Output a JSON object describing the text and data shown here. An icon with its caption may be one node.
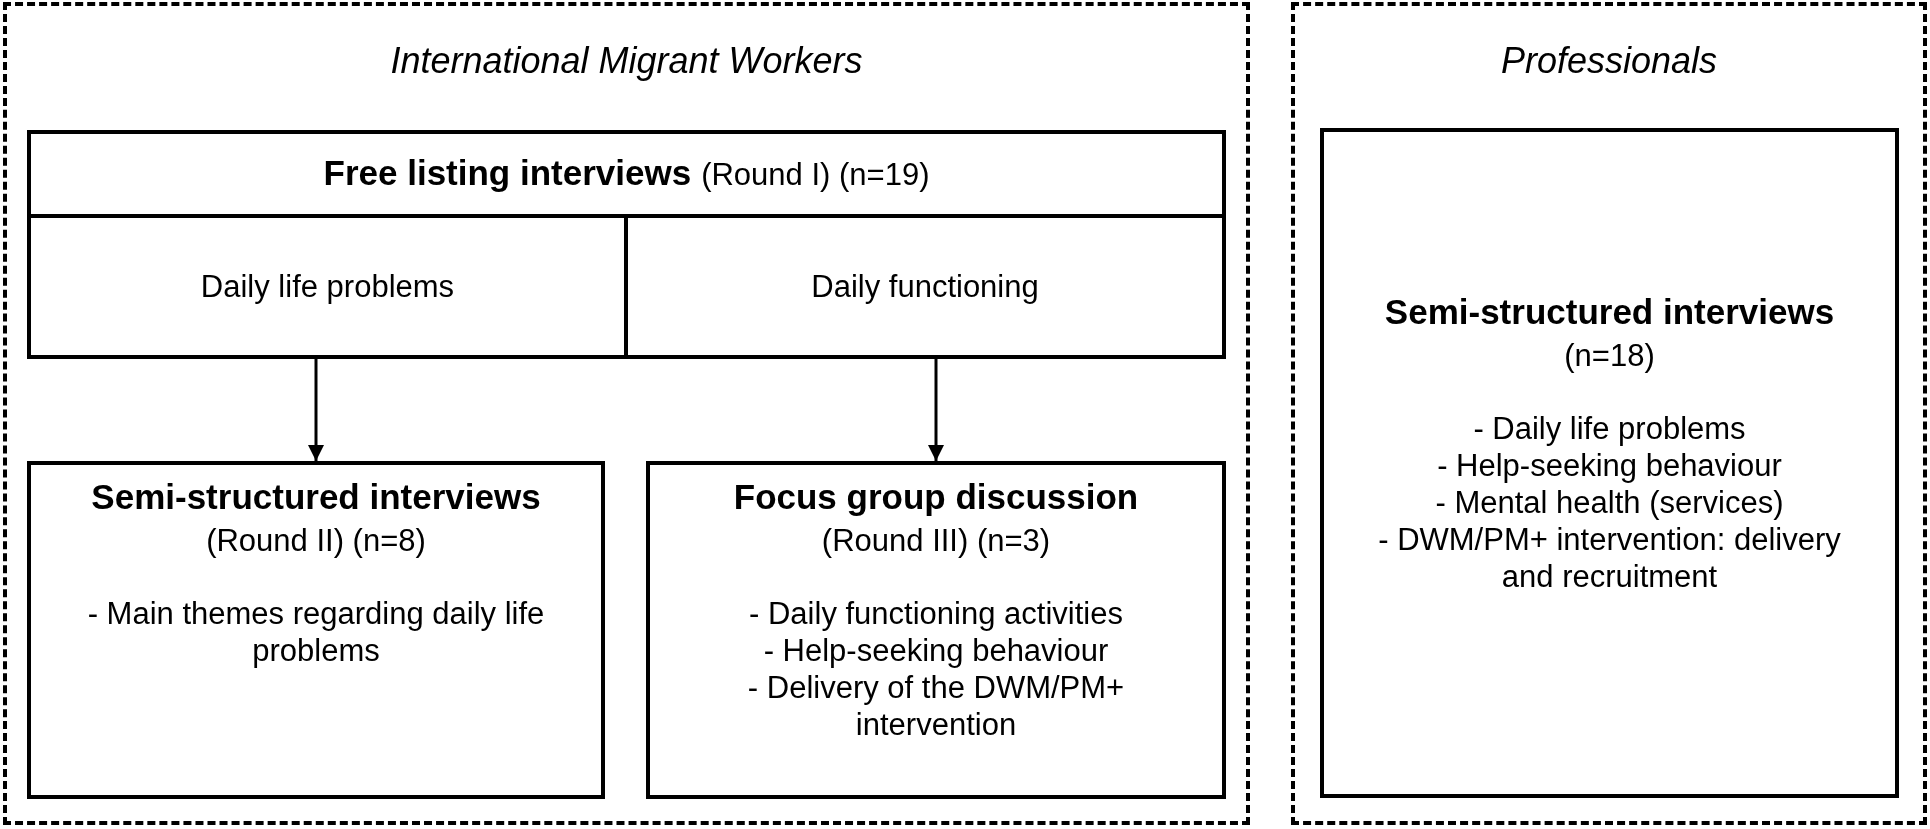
{
  "diagram": {
    "nodes": [
      {
        "text": [
          "International Migrant Workers"
        ]
      },
      {
        "text": [
          "Free listing interviews",
          "(Round I) (n=19)"
        ],
        "in": 0
      },
      {
        "text": [
          "Daily life problems"
        ],
        "in": 1
      },
      {
        "text": [
          "Daily functioning"
        ],
        "in": 1
      },
      {
        "text": [
          "Semi-structured interviews",
          "(Round II) (n=8)",
          "- Main themes regarding daily life problems"
        ],
        "in": 0
      },
      {
        "text": [
          "Focus group discussion",
          "(Round III) (n=3)",
          "- Daily functioning activities",
          "- Help-seeking behaviour",
          "- Delivery of the DWM/PM+ intervention"
        ],
        "in": 0
      },
      {
        "text": [
          "Professionals"
        ]
      },
      {
        "text": [
          "Semi-structured interviews",
          "(n=18)",
          "- Daily life problems",
          "- Help-seeking behaviour",
          "- Mental health (services)",
          "- DWM/PM+ intervention: delivery and recruitment"
        ],
        "in": 6
      }
    ],
    "edges": [
      {
        "from": 2,
        "to": 4,
        "arrow": "to"
      },
      {
        "from": 3,
        "to": 5,
        "arrow": "to"
      }
    ]
  }
}
